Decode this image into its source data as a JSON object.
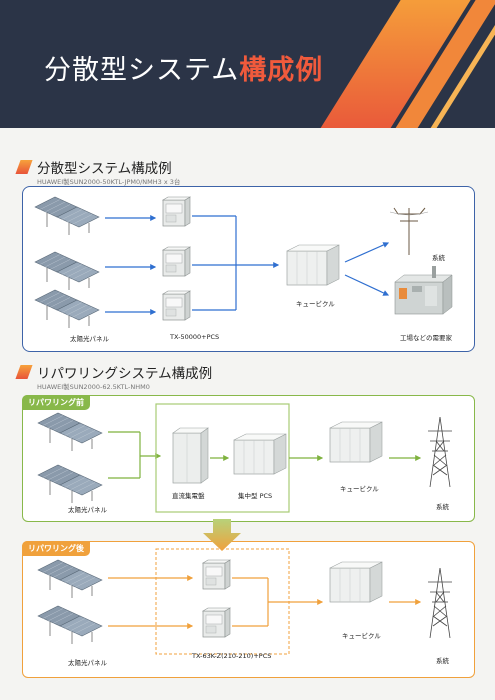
{
  "header": {
    "title_main": "分散型システム",
    "title_accent": "構成例"
  },
  "section1": {
    "title": "分散型システム構成例",
    "subtitle": "HUAWEI製SUN2000-50KTL-JPM0/NMH3 x 3台",
    "labels": {
      "panels": "太陽光パネル",
      "pcs": "TX-50000+PCS",
      "cubicle": "キュービクル",
      "grid": "系統",
      "factory": "工場などの需要家"
    }
  },
  "section2": {
    "title": "リパワリングシステム構成例",
    "subtitle": "HUAWEI製SUN2000-62.5KTL-NHM0",
    "before": {
      "tag": "リパワリング前",
      "labels": {
        "panels": "太陽光パネル",
        "junction": "直流集電盤",
        "central_pcs": "集中型 PCS",
        "cubicle": "キュービクル",
        "grid": "系統"
      }
    },
    "after": {
      "tag": "リパワリング後",
      "labels": {
        "panels": "太陽光パネル",
        "pcs": "TX-63K-Z(210-210)+PCS",
        "cubicle": "キュービクル",
        "grid": "系統"
      }
    }
  },
  "colors": {
    "navy": "#2b3447",
    "accent": "#f05a3c",
    "blue": "#3d63a8",
    "green": "#88b84a",
    "orange": "#f0a13c"
  }
}
